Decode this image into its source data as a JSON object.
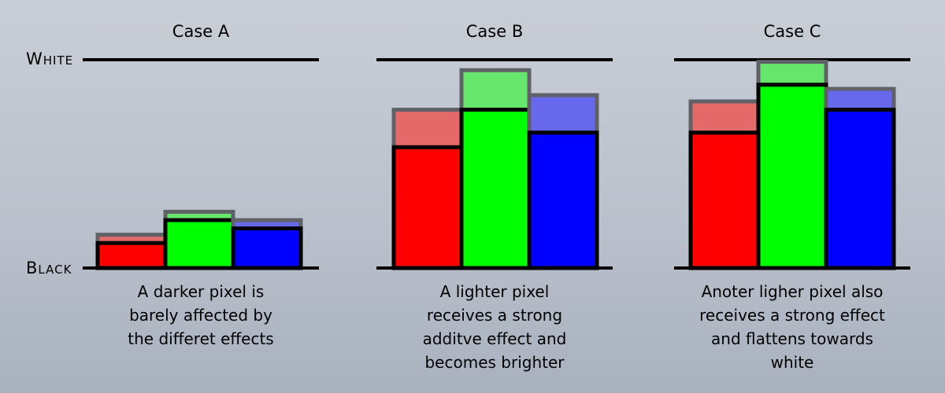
{
  "levels": {
    "white_label": "White",
    "black_label": "Black"
  },
  "colors": {
    "red": "#ff0000",
    "green": "#00ff00",
    "blue": "#0000ff",
    "red_light": "#e46a6a",
    "green_light": "#66e66c",
    "blue_light": "#6868ec",
    "outline_dark": "#000000",
    "outline_light": "#5f6166"
  },
  "panels": [
    {
      "title": "Case A",
      "caption": "A darker pixel is\nbarely affected by\nthe differet effects",
      "bars": [
        {
          "channel": "red",
          "base": 0.12,
          "boosted": 0.16
        },
        {
          "channel": "green",
          "base": 0.23,
          "boosted": 0.27
        },
        {
          "channel": "blue",
          "base": 0.19,
          "boosted": 0.23
        }
      ]
    },
    {
      "title": "Case B",
      "caption": "A lighter pixel\nreceives a strong\nadditve effect and\nbecomes brighter",
      "bars": [
        {
          "channel": "red",
          "base": 0.58,
          "boosted": 0.76
        },
        {
          "channel": "green",
          "base": 0.76,
          "boosted": 0.95
        },
        {
          "channel": "blue",
          "base": 0.65,
          "boosted": 0.83
        }
      ]
    },
    {
      "title": "Case C",
      "caption": "Anoter ligher pixel also\nreceives a strong effect\nand flattens towards\nwhite",
      "bars": [
        {
          "channel": "red",
          "base": 0.65,
          "boosted": 0.8
        },
        {
          "channel": "green",
          "base": 0.88,
          "boosted": 0.99
        },
        {
          "channel": "blue",
          "base": 0.76,
          "boosted": 0.86
        }
      ]
    }
  ]
}
